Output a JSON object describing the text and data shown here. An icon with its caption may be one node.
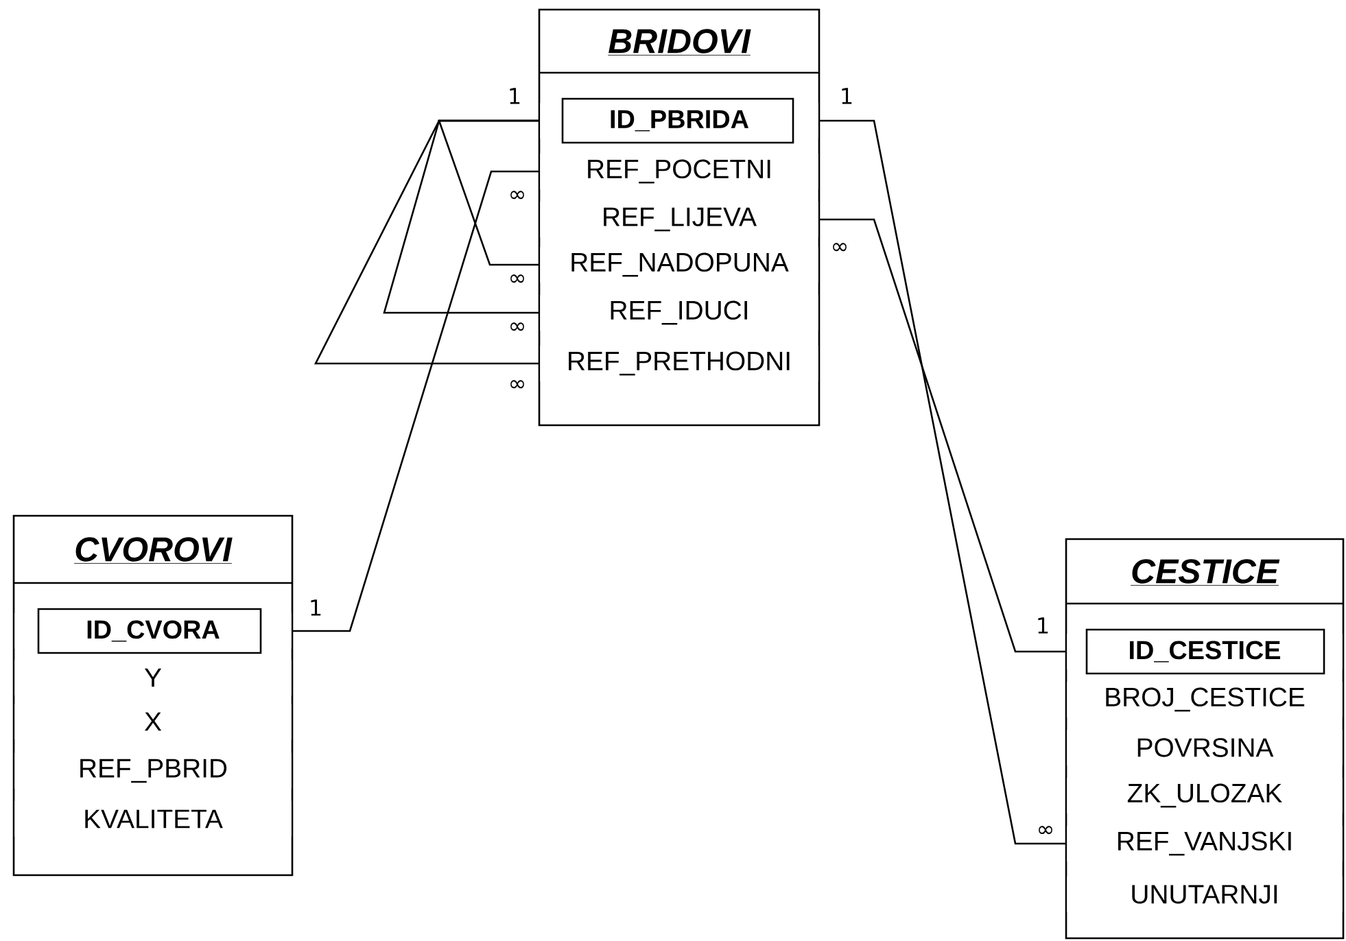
{
  "diagram": {
    "nodes": [
      {
        "text": [
          "BRIDOVI"
        ]
      },
      {
        "text": [
          "ID_PBRIDA"
        ],
        "in": 0
      },
      {
        "text": [
          "REF_POCETNI"
        ],
        "in": 0
      },
      {
        "text": [
          "REF_LIJEVA"
        ],
        "in": 0
      },
      {
        "text": [
          "REF_NADOPUNA"
        ],
        "in": 0
      },
      {
        "text": [
          "REF_IDUCI"
        ],
        "in": 0
      },
      {
        "text": [
          "REF_PRETHODNI"
        ],
        "in": 0
      },
      {
        "text": [
          "CVOROVI"
        ]
      },
      {
        "text": [
          "ID_CVORA"
        ],
        "in": 7
      },
      {
        "text": [
          "Y"
        ],
        "in": 7
      },
      {
        "text": [
          "X"
        ],
        "in": 7
      },
      {
        "text": [
          "REF_PBRID"
        ],
        "in": 7
      },
      {
        "text": [
          "KVALITETA"
        ],
        "in": 7
      },
      {
        "text": [
          "CESTICE"
        ]
      },
      {
        "text": [
          "ID_CESTICE"
        ],
        "in": 13
      },
      {
        "text": [
          "BROJ_CESTICE"
        ],
        "in": 13
      },
      {
        "text": [
          "POVRSINA"
        ],
        "in": 13
      },
      {
        "text": [
          "ZK_ULOZAK"
        ],
        "in": 13
      },
      {
        "text": [
          "REF_VANJSKI"
        ],
        "in": 13
      },
      {
        "text": [
          "UNUTARNJI"
        ],
        "in": 13
      }
    ],
    "edges": [
      {
        "from": 1,
        "to": 4,
        "arrow": "none"
      },
      {
        "from": 1,
        "to": 5,
        "arrow": "none"
      },
      {
        "from": 1,
        "to": 6,
        "arrow": "none"
      },
      {
        "from": 8,
        "to": 2,
        "arrow": "none"
      },
      {
        "from": 1,
        "to": 18,
        "arrow": "none"
      },
      {
        "from": 3,
        "to": 14,
        "arrow": "none"
      }
    ],
    "labels": [
      "1",
      "1",
      "∞",
      "∞",
      "∞",
      "∞",
      "∞",
      "1",
      "1",
      "∞"
    ]
  }
}
